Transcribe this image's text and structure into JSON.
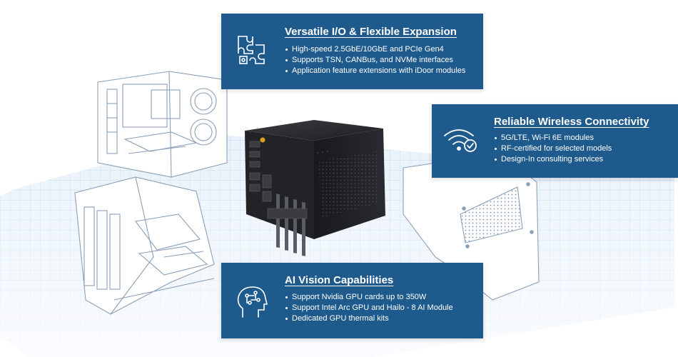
{
  "cards": {
    "io": {
      "title": "Versatile I/O & Flexible Expansion",
      "icon": "puzzle-icon",
      "items": [
        "High-speed 2.5GbE/10GbE and PCIe Gen4",
        "Supports TSN, CANBus, and NVMe interfaces",
        "Application feature extensions with iDoor modules"
      ]
    },
    "wireless": {
      "title": "Reliable Wireless Connectivity",
      "icon": "wifi-check-icon",
      "items": [
        "5G/LTE, Wi-Fi 6E modules",
        "RF-certified for selected models",
        "Design-In consulting services"
      ]
    },
    "ai": {
      "title": "AI Vision Capabilities",
      "icon": "ai-head-icon",
      "items": [
        "Support Nvidia GPU cards up to 350W",
        "Support Intel Arc GPU and Hailo - 8 AI Module",
        "Dedicated GPU thermal kits"
      ]
    }
  },
  "colors": {
    "card_bg": "#1f5a8c",
    "grid": "#9cc3e6",
    "sketch": "#8aa0b8",
    "device": "#1b1c20"
  }
}
